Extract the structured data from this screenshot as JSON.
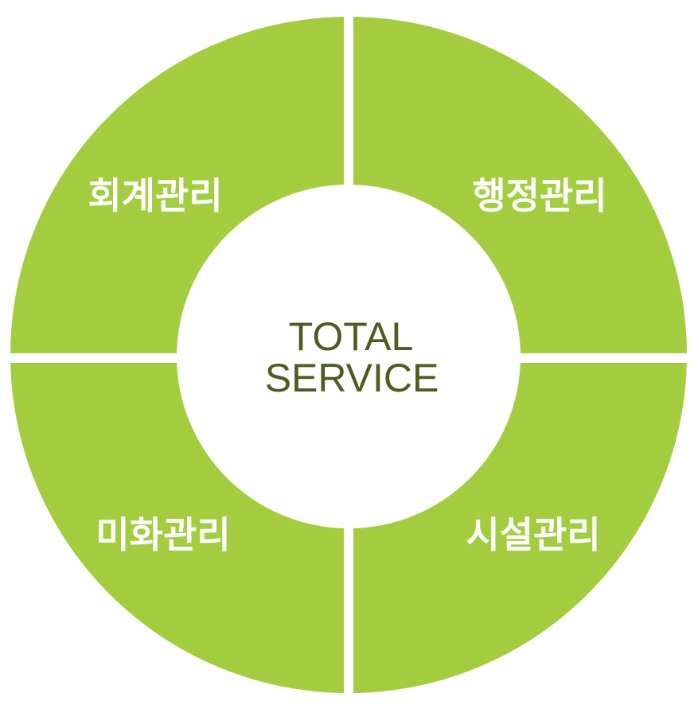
{
  "colors": {
    "segment": "#a3cd3f",
    "center_text": "#4b5e1f",
    "background": "#ffffff"
  },
  "center": {
    "line1": "TOTAL",
    "line2": "SERVICE"
  },
  "segments": [
    {
      "label": "회계관리"
    },
    {
      "label": "행정관리"
    },
    {
      "label": "미화관리"
    },
    {
      "label": "시설관리"
    }
  ]
}
